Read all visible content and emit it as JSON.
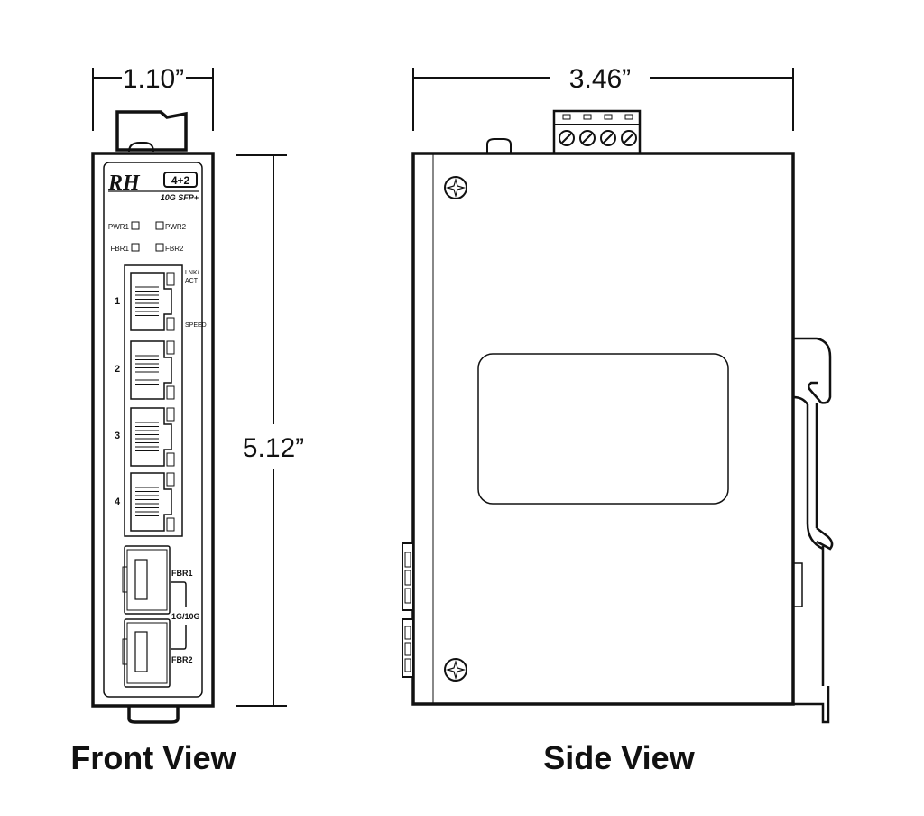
{
  "dimensions": {
    "width": "1.10”",
    "height": "5.12”",
    "depth": "3.46”"
  },
  "front": {
    "caption": "Front View",
    "logo": "RH",
    "logo_badge": "4+2",
    "model": "10G SFP+",
    "leds": [
      "PWR1",
      "PWR2",
      "FBR1",
      "FBR2"
    ],
    "port_labels": {
      "lnk": "LNK/",
      "act": "ACT",
      "speed": "SPEED"
    },
    "ports": [
      "1",
      "2",
      "3",
      "4"
    ],
    "fiber": {
      "fbr1": "FBR1",
      "fbr2": "FBR2",
      "speed": "1G/10G"
    }
  },
  "side": {
    "caption": "Side View"
  }
}
